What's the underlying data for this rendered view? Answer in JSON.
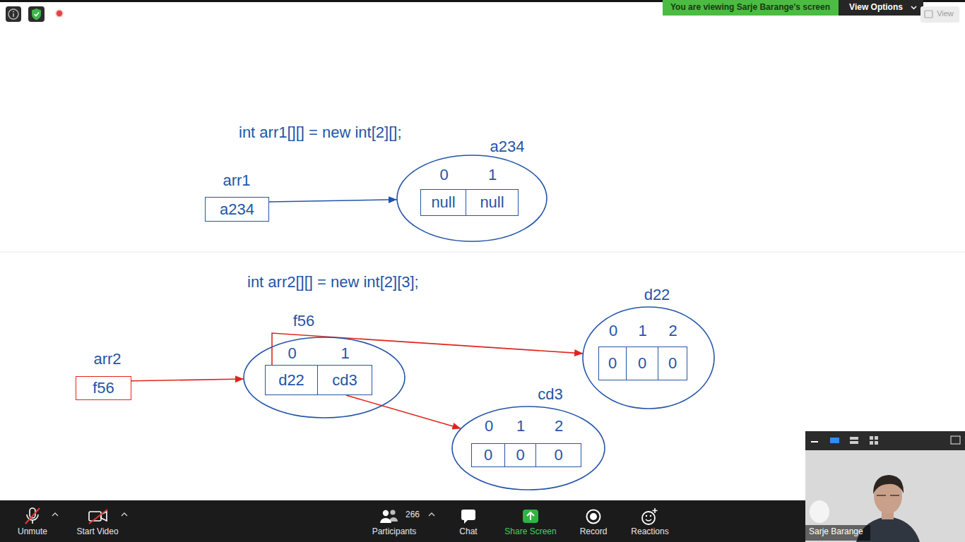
{
  "diagram": {
    "nodes": [
      {
        "text": [
          "arr1",
          "a234"
        ]
      },
      {
        "text": [
          "a234"
        ]
      },
      {
        "text": [
          "0",
          "null"
        ],
        "in": 1
      },
      {
        "text": [
          "1",
          "null"
        ],
        "in": 1
      },
      {
        "text": [
          "arr2",
          "f56"
        ]
      },
      {
        "text": [
          "f56"
        ]
      },
      {
        "text": [
          "0",
          "d22"
        ],
        "in": 5
      },
      {
        "text": [
          "1",
          "cd3"
        ],
        "in": 5
      },
      {
        "text": [
          "d22"
        ]
      },
      {
        "text": [
          "0",
          "0"
        ],
        "in": 8
      },
      {
        "text": [
          "1",
          "0"
        ],
        "in": 8
      },
      {
        "text": [
          "2",
          "0"
        ],
        "in": 8
      },
      {
        "text": [
          "cd3"
        ]
      },
      {
        "text": [
          "0",
          "0"
        ],
        "in": 12
      },
      {
        "text": [
          "1",
          "0"
        ],
        "in": 12
      },
      {
        "text": [
          "2",
          "0"
        ],
        "in": 12
      }
    ],
    "edges": [
      {
        "from": 0,
        "to": 1,
        "arrow": "to"
      },
      {
        "from": 4,
        "to": 5,
        "arrow": "to"
      },
      {
        "from": 6,
        "to": 8,
        "arrow": "to"
      },
      {
        "from": 7,
        "to": 12,
        "arrow": "to"
      }
    ],
    "labels": [
      "int arr1[][] = new int[2][];",
      "int arr2[][] = new int[2][3];",
      "You are viewing Sarje Barange's screen",
      "View Options",
      "View",
      "Unmute",
      "Start Video",
      "266",
      "Participants",
      "Chat",
      "Share Screen",
      "Record",
      "Reactions",
      "Sarje Barange"
    ]
  }
}
